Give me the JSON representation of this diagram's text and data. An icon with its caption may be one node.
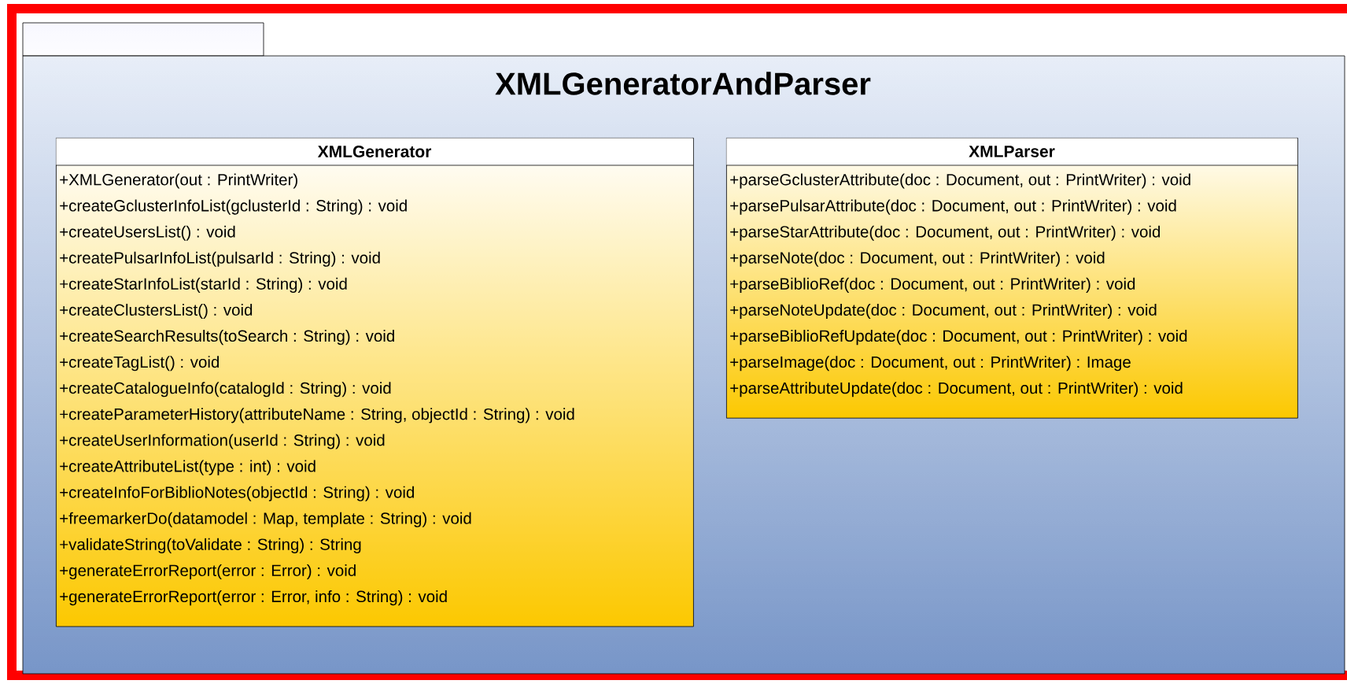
{
  "diagram": {
    "nodes": [
      {
        "text": [
          "XMLGeneratorAndParser"
        ]
      },
      {
        "text": [
          "XMLGenerator",
          "+XMLGenerator(out : PrintWriter)",
          "+createGclusterInfoList(gclusterId : String) : void",
          "+createUsersList() : void",
          "+createPulsarInfoList(pulsarId : String) : void",
          "+createStarInfoList(starId : String) : void",
          "+createClustersList() : void",
          "+createSearchResults(toSearch : String) : void",
          "+createTagList() : void",
          "+createCatalogueInfo(catalogId : String) : void",
          "+createParameterHistory(attributeName : String, objectId : String) : void",
          "+createUserInformation(userId : String) : void",
          "+createAttributeList(type : int) : void",
          "+createInfoForBiblioNotes(objectId : String) : void",
          "+freemarkerDo(datamodel : Map, template : String) : void",
          "+validateString(toValidate : String) : String",
          "+generateErrorReport(error : Error) : void",
          "+generateErrorReport(error : Error, info : String) : void"
        ],
        "in": 0
      },
      {
        "text": [
          "XMLParser",
          "+parseGclusterAttribute(doc : Document, out : PrintWriter) : void",
          "+parsePulsarAttribute(doc : Document, out : PrintWriter) : void",
          "+parseStarAttribute(doc : Document, out : PrintWriter) : void",
          "+parseNote(doc : Document, out : PrintWriter) : void",
          "+parseBiblioRef(doc : Document, out : PrintWriter) : void",
          "+parseNoteUpdate(doc : Document, out : PrintWriter) : void",
          "+parseBiblioRefUpdate(doc : Document, out : PrintWriter) : void",
          "+parseImage(doc : Document, out : PrintWriter) : Image",
          "+parseAttributeUpdate(doc : Document, out : PrintWriter) : void"
        ],
        "in": 0
      }
    ]
  }
}
